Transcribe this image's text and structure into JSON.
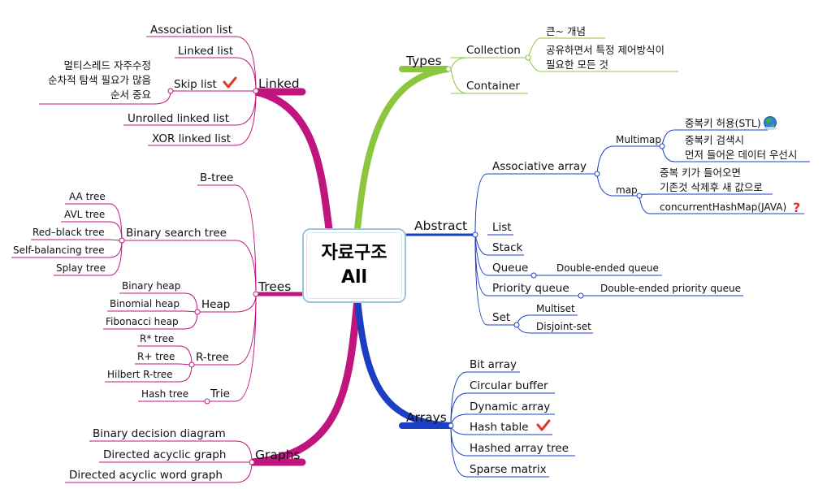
{
  "central": {
    "line1": "자료구조",
    "line2": "All"
  },
  "branches": {
    "linked": {
      "label": "Linked",
      "color": "#c0157e",
      "items": {
        "assoc": "Association  list",
        "linked": "Linked  list",
        "skip": "Skip  list",
        "unrolled": "Unrolled  linked  list",
        "xor": "XOR  linked  list"
      },
      "skip_notes": [
        "멀티스레드  자주수정",
        "순차적  탐색  필요가  많음",
        "순서  중요"
      ]
    },
    "trees": {
      "label": "Trees",
      "color": "#c0157e",
      "btree": "B-tree",
      "bst": {
        "label": "Binary  search  tree",
        "items": [
          "AA tree",
          "AVL tree",
          "Red–black tree",
          "Self-balancing tree",
          "Splay tree"
        ]
      },
      "heap": {
        "label": "Heap",
        "items": [
          "Binary heap",
          "Binomial heap",
          "Fibonacci heap"
        ]
      },
      "rtree": {
        "label": "R-tree",
        "items": [
          "R* tree",
          "R+ tree",
          "Hilbert R-tree"
        ]
      },
      "trie": {
        "label": "Trie",
        "items": [
          "Hash tree"
        ]
      }
    },
    "graphs": {
      "label": "Graphs",
      "color": "#c0157e",
      "items": [
        "Binary  decision  diagram",
        "Directed  acyclic  graph",
        "Directed  acyclic  word  graph"
      ]
    },
    "types": {
      "label": "Types",
      "color": "#8cc63e",
      "collection": {
        "label": "Collection",
        "notes": [
          "큰~  개념",
          "공유하면서  특정  제어방식이",
          "필요한  모든  것"
        ]
      },
      "container": "Container"
    },
    "abstract": {
      "label": "Abstract",
      "color": "#1a3fc4",
      "assoc": {
        "label": "Associative  array",
        "multimap": {
          "label": "Multimap",
          "notes": [
            "중복키  허용(STL)",
            "중복키  검색시",
            "먼저  들어온  데이터  우선시"
          ]
        },
        "map": {
          "label": "map",
          "notes": [
            "중복  키가  들어오면",
            "기존것  삭제후  새  값으로",
            "concurrentHashMap(JAVA)"
          ]
        }
      },
      "list": "List",
      "stack": "Stack",
      "queue": {
        "label": "Queue",
        "child": "Double-ended  queue"
      },
      "pqueue": {
        "label": "Priority  queue",
        "child": "Double-ended  priority  queue"
      },
      "set": {
        "label": "Set",
        "items": [
          "Multiset",
          "Disjoint-set"
        ]
      }
    },
    "arrays": {
      "label": "Arrays",
      "color": "#1a3fc4",
      "items": [
        "Bit  array",
        "Circular  buffer",
        "Dynamic  array",
        "Hash  table",
        "Hashed  array  tree",
        "Sparse  matrix"
      ]
    }
  },
  "icons": {
    "check": "check-icon",
    "globe": "globe-icon",
    "question": "question-icon"
  },
  "colors": {
    "pink": "#c0157e",
    "green": "#8cc63e",
    "blue": "#1a3fc4",
    "check": "#e0382c"
  }
}
